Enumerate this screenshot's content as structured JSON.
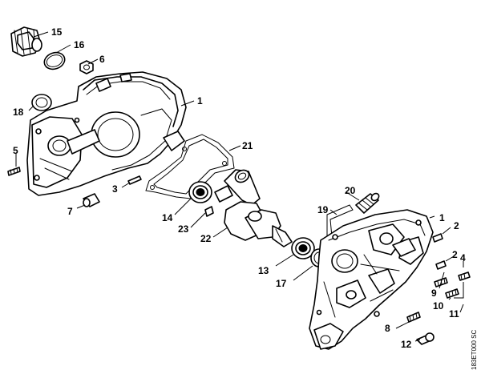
{
  "callouts": [
    {
      "id": "15",
      "label": "15"
    },
    {
      "id": "16",
      "label": "16"
    },
    {
      "id": "6",
      "label": "6"
    },
    {
      "id": "18",
      "label": "18"
    },
    {
      "id": "1a",
      "label": "1"
    },
    {
      "id": "21",
      "label": "21"
    },
    {
      "id": "5",
      "label": "5"
    },
    {
      "id": "3",
      "label": "3"
    },
    {
      "id": "7",
      "label": "7"
    },
    {
      "id": "14",
      "label": "14"
    },
    {
      "id": "23",
      "label": "23"
    },
    {
      "id": "22",
      "label": "22"
    },
    {
      "id": "20",
      "label": "20"
    },
    {
      "id": "19",
      "label": "19"
    },
    {
      "id": "1b",
      "label": "1"
    },
    {
      "id": "2a",
      "label": "2"
    },
    {
      "id": "2b",
      "label": "2"
    },
    {
      "id": "4",
      "label": "4"
    },
    {
      "id": "9",
      "label": "9"
    },
    {
      "id": "10",
      "label": "10"
    },
    {
      "id": "11",
      "label": "11"
    },
    {
      "id": "13",
      "label": "13"
    },
    {
      "id": "17",
      "label": "17"
    },
    {
      "id": "8",
      "label": "8"
    },
    {
      "id": "12",
      "label": "12"
    }
  ],
  "drawing_code": "183ET000 SC"
}
